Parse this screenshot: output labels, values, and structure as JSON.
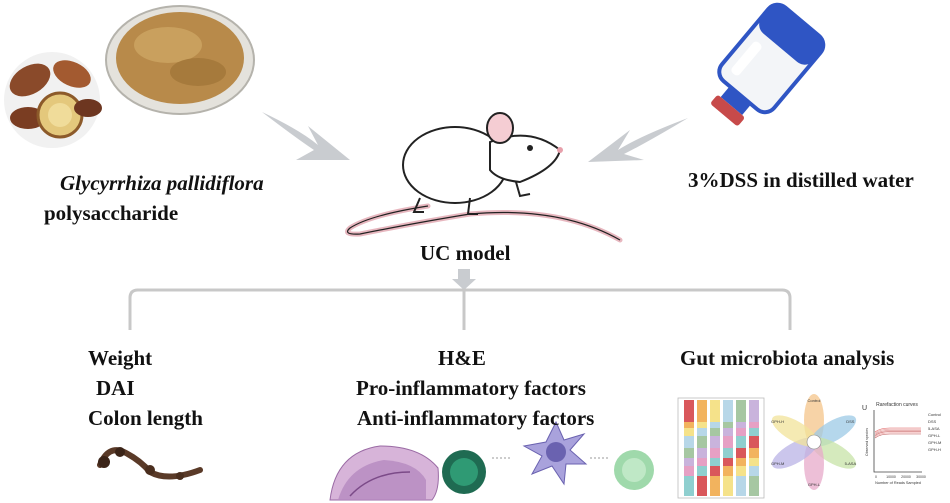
{
  "inputs": {
    "left_label_italic": "Glycyrrhiza pallidiflora",
    "left_label": "polysaccharide",
    "right_label": "3%DSS in distilled water"
  },
  "center_label": "UC model",
  "outcomes": {
    "physical": [
      "Weight",
      "DAI",
      "Colon length"
    ],
    "histology": [
      "H&E",
      "Pro-inflammatory factors",
      "Anti-inflammatory factors"
    ],
    "microbiota": "Gut microbiota analysis"
  },
  "thumbnails": {
    "rarefaction_title": "Rarefaction curves",
    "rarefaction_legend": [
      "Control",
      "DSS",
      "5-ASA",
      "GPH-L",
      "GPH-M",
      "GPH-H"
    ],
    "rarefaction_xticks": [
      "0",
      "10000",
      "20000",
      "30000"
    ],
    "rarefaction_xlabel": "Number of Reads Sampled",
    "rarefaction_ylabel": "Observed species",
    "rarefaction_panel_letter": "U",
    "venn_labels": [
      "Control",
      "DSS",
      "5-ASA",
      "GPH-L",
      "GPH-M",
      "GPH-H"
    ]
  },
  "colors": {
    "arrow": "#c9ccd0",
    "bracket": "#c8c8c8",
    "powder": "#b88a4a",
    "bottle_blue": "#2f55c4"
  }
}
